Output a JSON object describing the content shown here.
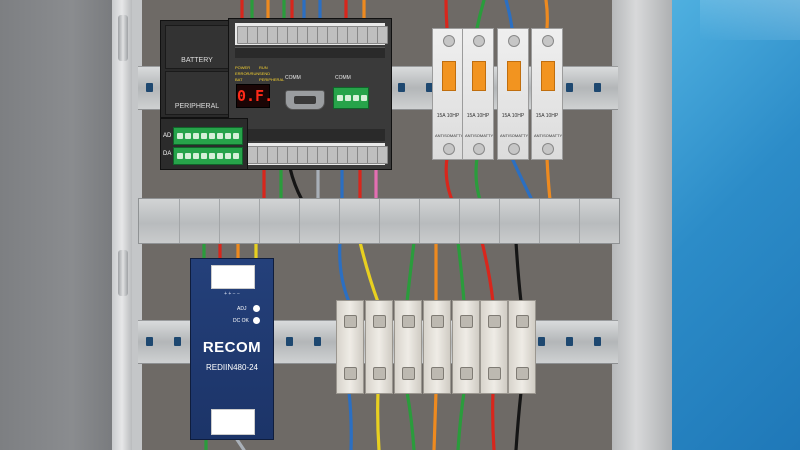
{
  "plc": {
    "battery_label": "BATTERY",
    "peripheral_label": "PERIPHERAL",
    "display_text": "0.F.",
    "ad_label": "AD",
    "da_label": "DA",
    "comm1_label": "COMM",
    "comm2_label": "COMM",
    "status_leds": [
      "POWER",
      "ERROR/RUN",
      "BAT",
      "RUN",
      "SEND",
      "PERIPHERAL"
    ]
  },
  "breakers": {
    "items": [
      {
        "rating": "15A 10HP",
        "brand": "ANTISOMATTY"
      },
      {
        "rating": "15A 10HP",
        "brand": "ANTISOMATTY"
      },
      {
        "rating": "15A 10HP",
        "brand": "ANTISOMATTY"
      },
      {
        "rating": "15A 10HP",
        "brand": "ANTISOMATTY"
      }
    ]
  },
  "psu": {
    "brand": "RECOM",
    "model": "REDIIN480-24",
    "adj_label": "ADJ",
    "dc_ok_label": "DC OK"
  },
  "colors": {
    "wire_red": "#d8261c",
    "wire_green": "#2a9c3c",
    "wire_blue": "#2b6fc2",
    "wire_orange": "#ee8a1f",
    "wire_yellow": "#e8d020",
    "wire_black": "#151515",
    "breaker_toggle": "#f29420",
    "psu_blue": "#1c3468"
  }
}
